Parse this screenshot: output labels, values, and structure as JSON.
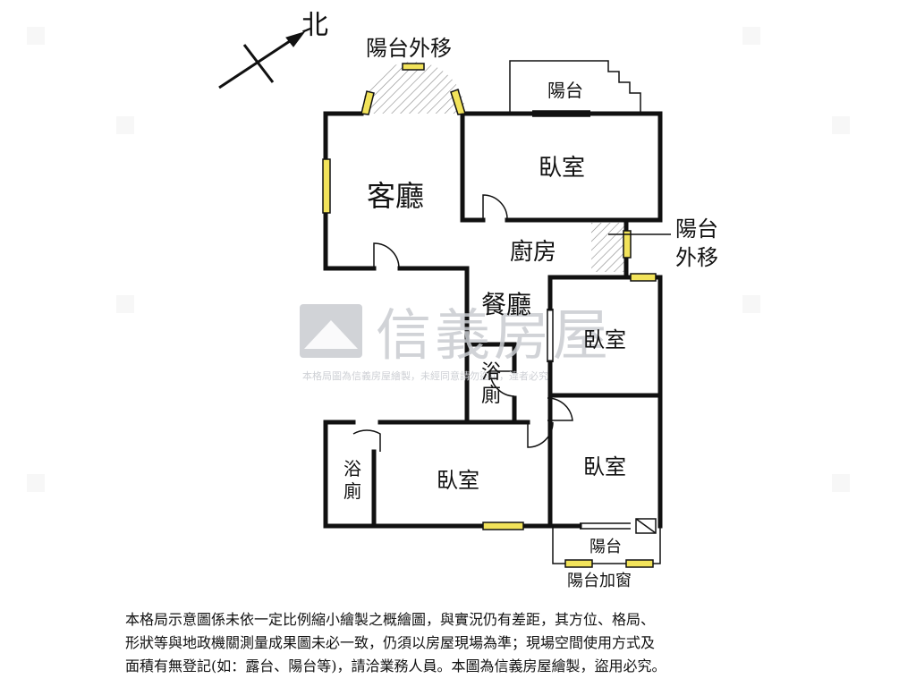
{
  "compass": {
    "label": "北"
  },
  "labels": {
    "balcony_moved_top": "陽台外移",
    "balcony_top": "陽台",
    "living_room": "客廳",
    "bedroom_top": "臥室",
    "kitchen": "廚房",
    "balcony_moved_right_1": "陽台",
    "balcony_moved_right_2": "外移",
    "dining_room": "餐廳",
    "bedroom_middle_right": "臥室",
    "bathroom_center_1": "浴",
    "bathroom_center_2": "廁",
    "bathroom_left_1": "浴",
    "bathroom_left_2": "廁",
    "bedroom_bottom_left": "臥室",
    "bedroom_bottom_right": "臥室",
    "balcony_bottom": "陽台",
    "balcony_window": "陽台加窗"
  },
  "watermark": {
    "brand": "信義房屋",
    "notice": "本格局圖為信義房屋繪製，未經同意請勿盜用，違者必究"
  },
  "disclaimer": [
    "本格局示意圖係未依一定比例縮小繪製之概繪圖，與實況仍有差距，其方位、格局、",
    "形狀等與地政機關測量成果圖未必一致，仍須以房屋現場為準；現場空間使用方式及",
    "面積有無登記(如：露台、陽台等)，請洽業務人員。本圖為信義房屋繪製，盜用必究。"
  ],
  "colors": {
    "wall": "#111111",
    "window": "#f2e35a",
    "watermark": "#c9ccd1"
  }
}
